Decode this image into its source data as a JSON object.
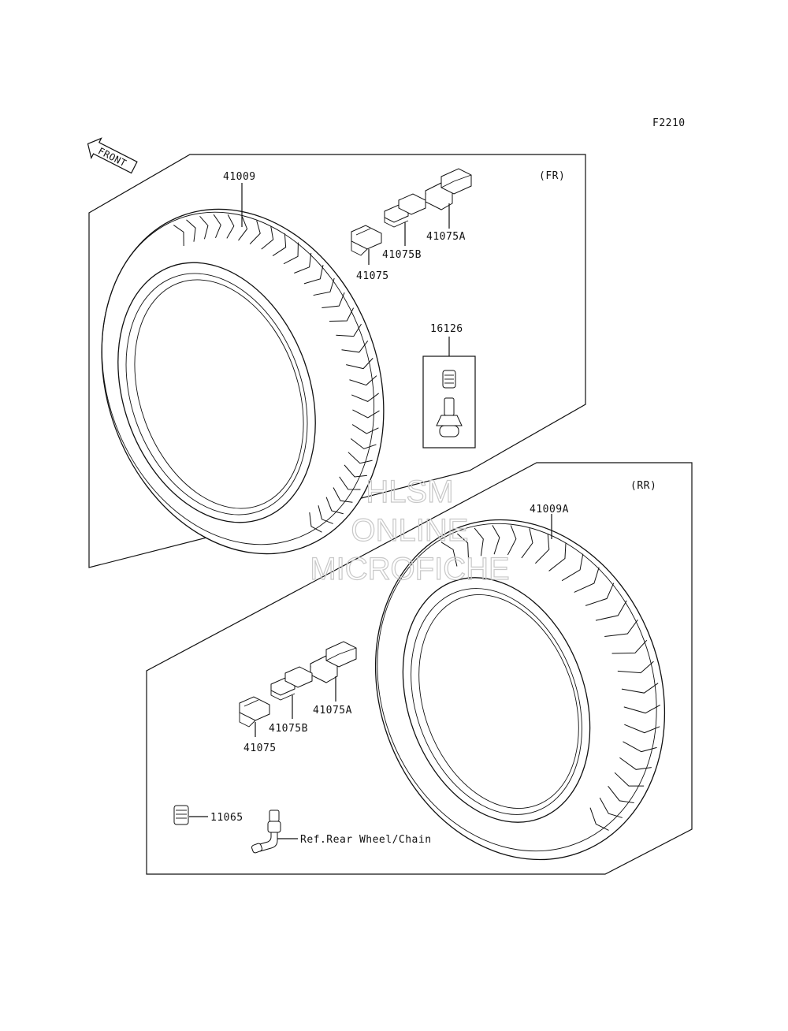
{
  "figure_code": "F2210",
  "front_arrow": "FRONT",
  "front_section": {
    "tag": "(FR)",
    "tire": "41009",
    "weight_a": "41075A",
    "weight_b": "41075B",
    "weight": "41075",
    "valve": "16126"
  },
  "rear_section": {
    "tag": "(RR)",
    "tire": "41009A",
    "weight_a": "41075A",
    "weight_b": "41075B",
    "weight": "41075",
    "cap": "11065",
    "ref": "Ref.Rear Wheel/Chain"
  },
  "watermark": {
    "line1": "HLSM",
    "line2": "ONLINE",
    "line3": "MICROFICHE"
  }
}
